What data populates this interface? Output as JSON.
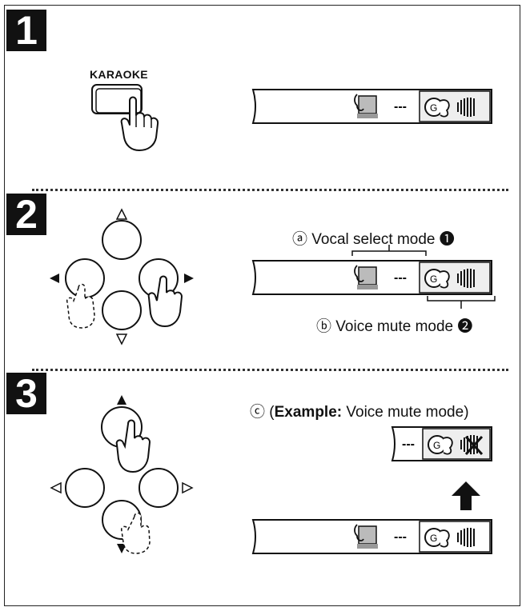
{
  "steps": [
    {
      "number": "1"
    },
    {
      "number": "2"
    },
    {
      "number": "3"
    }
  ],
  "step1": {
    "button_label": "KARAOKE"
  },
  "step2": {
    "a_marker": "ⓐ",
    "a_text": "Vocal select mode",
    "a_ref": "❶",
    "b_marker": "ⓑ",
    "b_text": "Voice mute mode",
    "b_ref": "❷"
  },
  "step3": {
    "c_marker": "ⓒ",
    "example_prefix": "(",
    "example_bold": "Example:",
    "example_text": "Voice mute mode)"
  },
  "display": {
    "dashes": "---"
  }
}
